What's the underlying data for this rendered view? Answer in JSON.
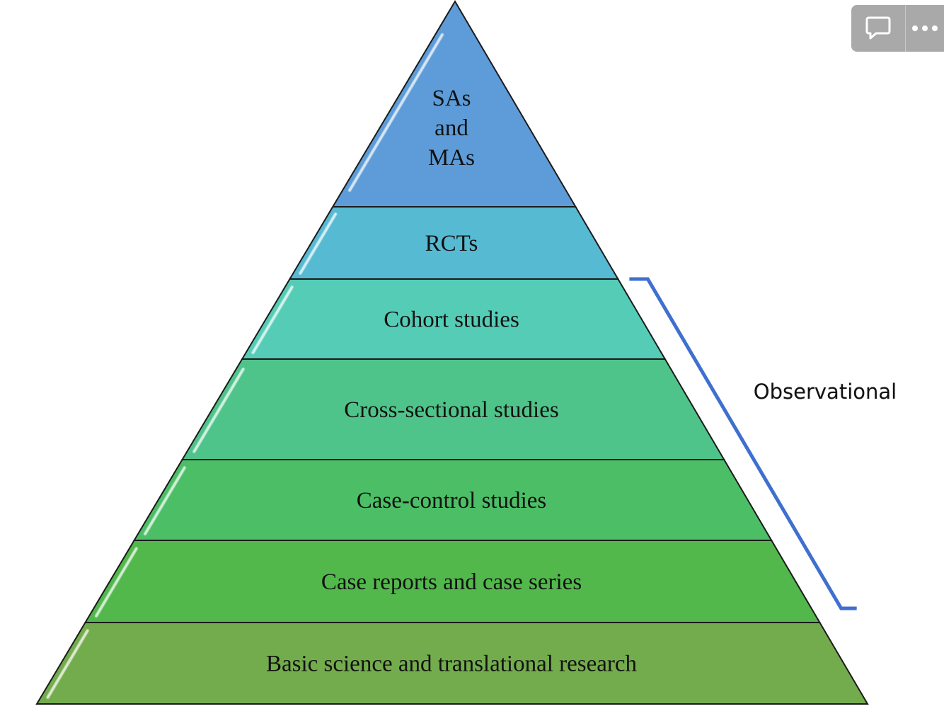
{
  "pyramid": {
    "tiers": [
      {
        "lines": [
          "SAs",
          "and",
          "MAs"
        ],
        "color": "#5d9cd8"
      },
      {
        "lines": [
          "RCTs"
        ],
        "color": "#57bad3"
      },
      {
        "lines": [
          "Cohort studies"
        ],
        "color": "#55ccb6"
      },
      {
        "lines": [
          "Cross-sectional studies"
        ],
        "color": "#4fc48a"
      },
      {
        "lines": [
          "Case-control studies"
        ],
        "color": "#4cbf66"
      },
      {
        "lines": [
          "Case reports and case series"
        ],
        "color": "#52b84c"
      },
      {
        "lines": [
          "Basic science and translational research"
        ],
        "color": "#73ac4c"
      }
    ],
    "bracket": {
      "label": "Observational",
      "color": "#3f6fcf",
      "first_tier": 2,
      "last_tier": 5
    }
  },
  "toolbar": {
    "buttons": [
      {
        "name": "comment-icon"
      },
      {
        "name": "more-icon"
      }
    ]
  }
}
